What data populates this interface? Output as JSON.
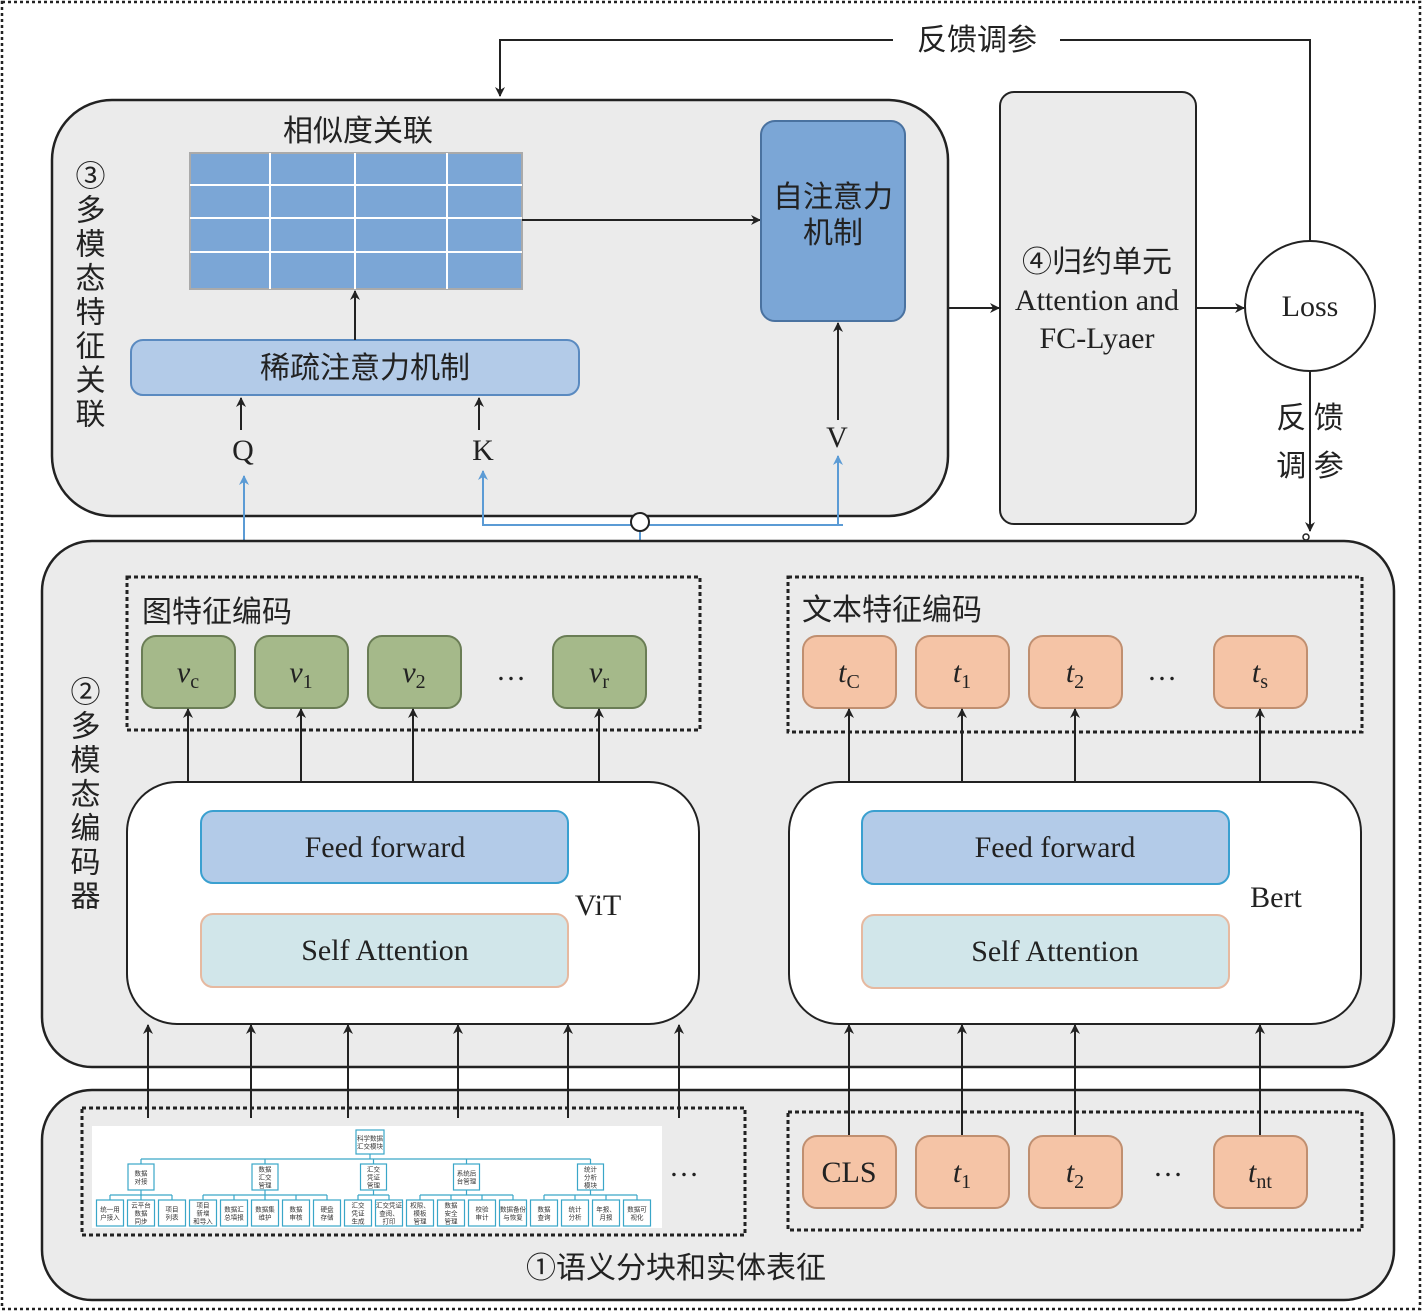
{
  "colors": {
    "panel": "#ebebeb",
    "grid_blue": "#7ba6d6",
    "light_blue": "#b3cbe8",
    "cyan_pale": "#d1e6ea",
    "green_token": "#a5b98a",
    "orange_token": "#f5c4a6",
    "blue_line": "#5b9bd5",
    "tree_line": "#3aa6c8"
  },
  "feedback": {
    "top_label": "反馈调参",
    "side_lines": [
      "反 馈",
      "调 参"
    ]
  },
  "module3": {
    "label": "③多模态特征关联",
    "similarity_title": "相似度关联",
    "self_attention_lines": [
      "自注意力",
      "机制"
    ],
    "sparse_attention": "稀疏注意力机制",
    "q": "Q",
    "k": "K",
    "v": "V"
  },
  "module4": {
    "lines": [
      "④归约单元",
      "Attention and",
      "FC-Lyaer"
    ]
  },
  "loss": "Loss",
  "module2": {
    "label": "②多模态编码器",
    "image_title": "图特征编码",
    "text_title": "文本特征编码",
    "image_tokens": [
      {
        "base": "v",
        "sub": "c"
      },
      {
        "base": "v",
        "sub": "1"
      },
      {
        "base": "v",
        "sub": "2"
      },
      {
        "base": "v",
        "sub": "r"
      }
    ],
    "text_tokens": [
      {
        "base": "t",
        "sub": "C"
      },
      {
        "base": "t",
        "sub": "1"
      },
      {
        "base": "t",
        "sub": "2"
      },
      {
        "base": "t",
        "sub": "s"
      }
    ],
    "ellipsis": "…",
    "vit": {
      "name": "ViT",
      "feed_forward": "Feed forward",
      "self_attention": "Self Attention"
    },
    "bert": {
      "name": "Bert",
      "feed_forward": "Feed forward",
      "self_attention": "Self Attention"
    }
  },
  "module1": {
    "label": "①语义分块和实体表征",
    "ellipsis": "…",
    "text_inputs": [
      {
        "base": "CLS",
        "sub": ""
      },
      {
        "base": "t",
        "sub": "1"
      },
      {
        "base": "t",
        "sub": "2"
      },
      {
        "base": "t",
        "sub": "nt"
      }
    ],
    "tree": {
      "root": [
        "科学数据",
        "汇交模块"
      ],
      "children": [
        {
          "label": [
            "数据",
            "对接"
          ],
          "leaves": [
            [
              "统一用",
              "户接入"
            ],
            [
              "云平台",
              "数据",
              "同步"
            ],
            [
              "项目",
              "列表"
            ]
          ]
        },
        {
          "label": [
            "数据",
            "汇交",
            "管理"
          ],
          "leaves": [
            [
              "项目",
              "新增",
              "和导入"
            ],
            [
              "数据汇",
              "总填报"
            ],
            [
              "数据集",
              "维护"
            ],
            [
              "数据",
              "审核"
            ],
            [
              "硬盘",
              "存储"
            ]
          ]
        },
        {
          "label": [
            "汇交",
            "凭证",
            "管理"
          ],
          "leaves": [
            [
              "汇交",
              "凭证",
              "生成"
            ],
            [
              "汇交凭证",
              "查阅、",
              "打印"
            ]
          ]
        },
        {
          "label": [
            "系统后",
            "台管理"
          ],
          "leaves": [
            [
              "权限、",
              "模板",
              "管理"
            ],
            [
              "数据",
              "安全",
              "管理"
            ],
            [
              "校验",
              "审计"
            ],
            [
              "数据备份",
              "与恢复"
            ]
          ]
        },
        {
          "label": [
            "统计",
            "分析",
            "模块"
          ],
          "leaves": [
            [
              "数据",
              "查询"
            ],
            [
              "统计",
              "分析"
            ],
            [
              "年报、",
              "月报"
            ],
            [
              "数据可",
              "视化"
            ]
          ]
        }
      ]
    }
  }
}
